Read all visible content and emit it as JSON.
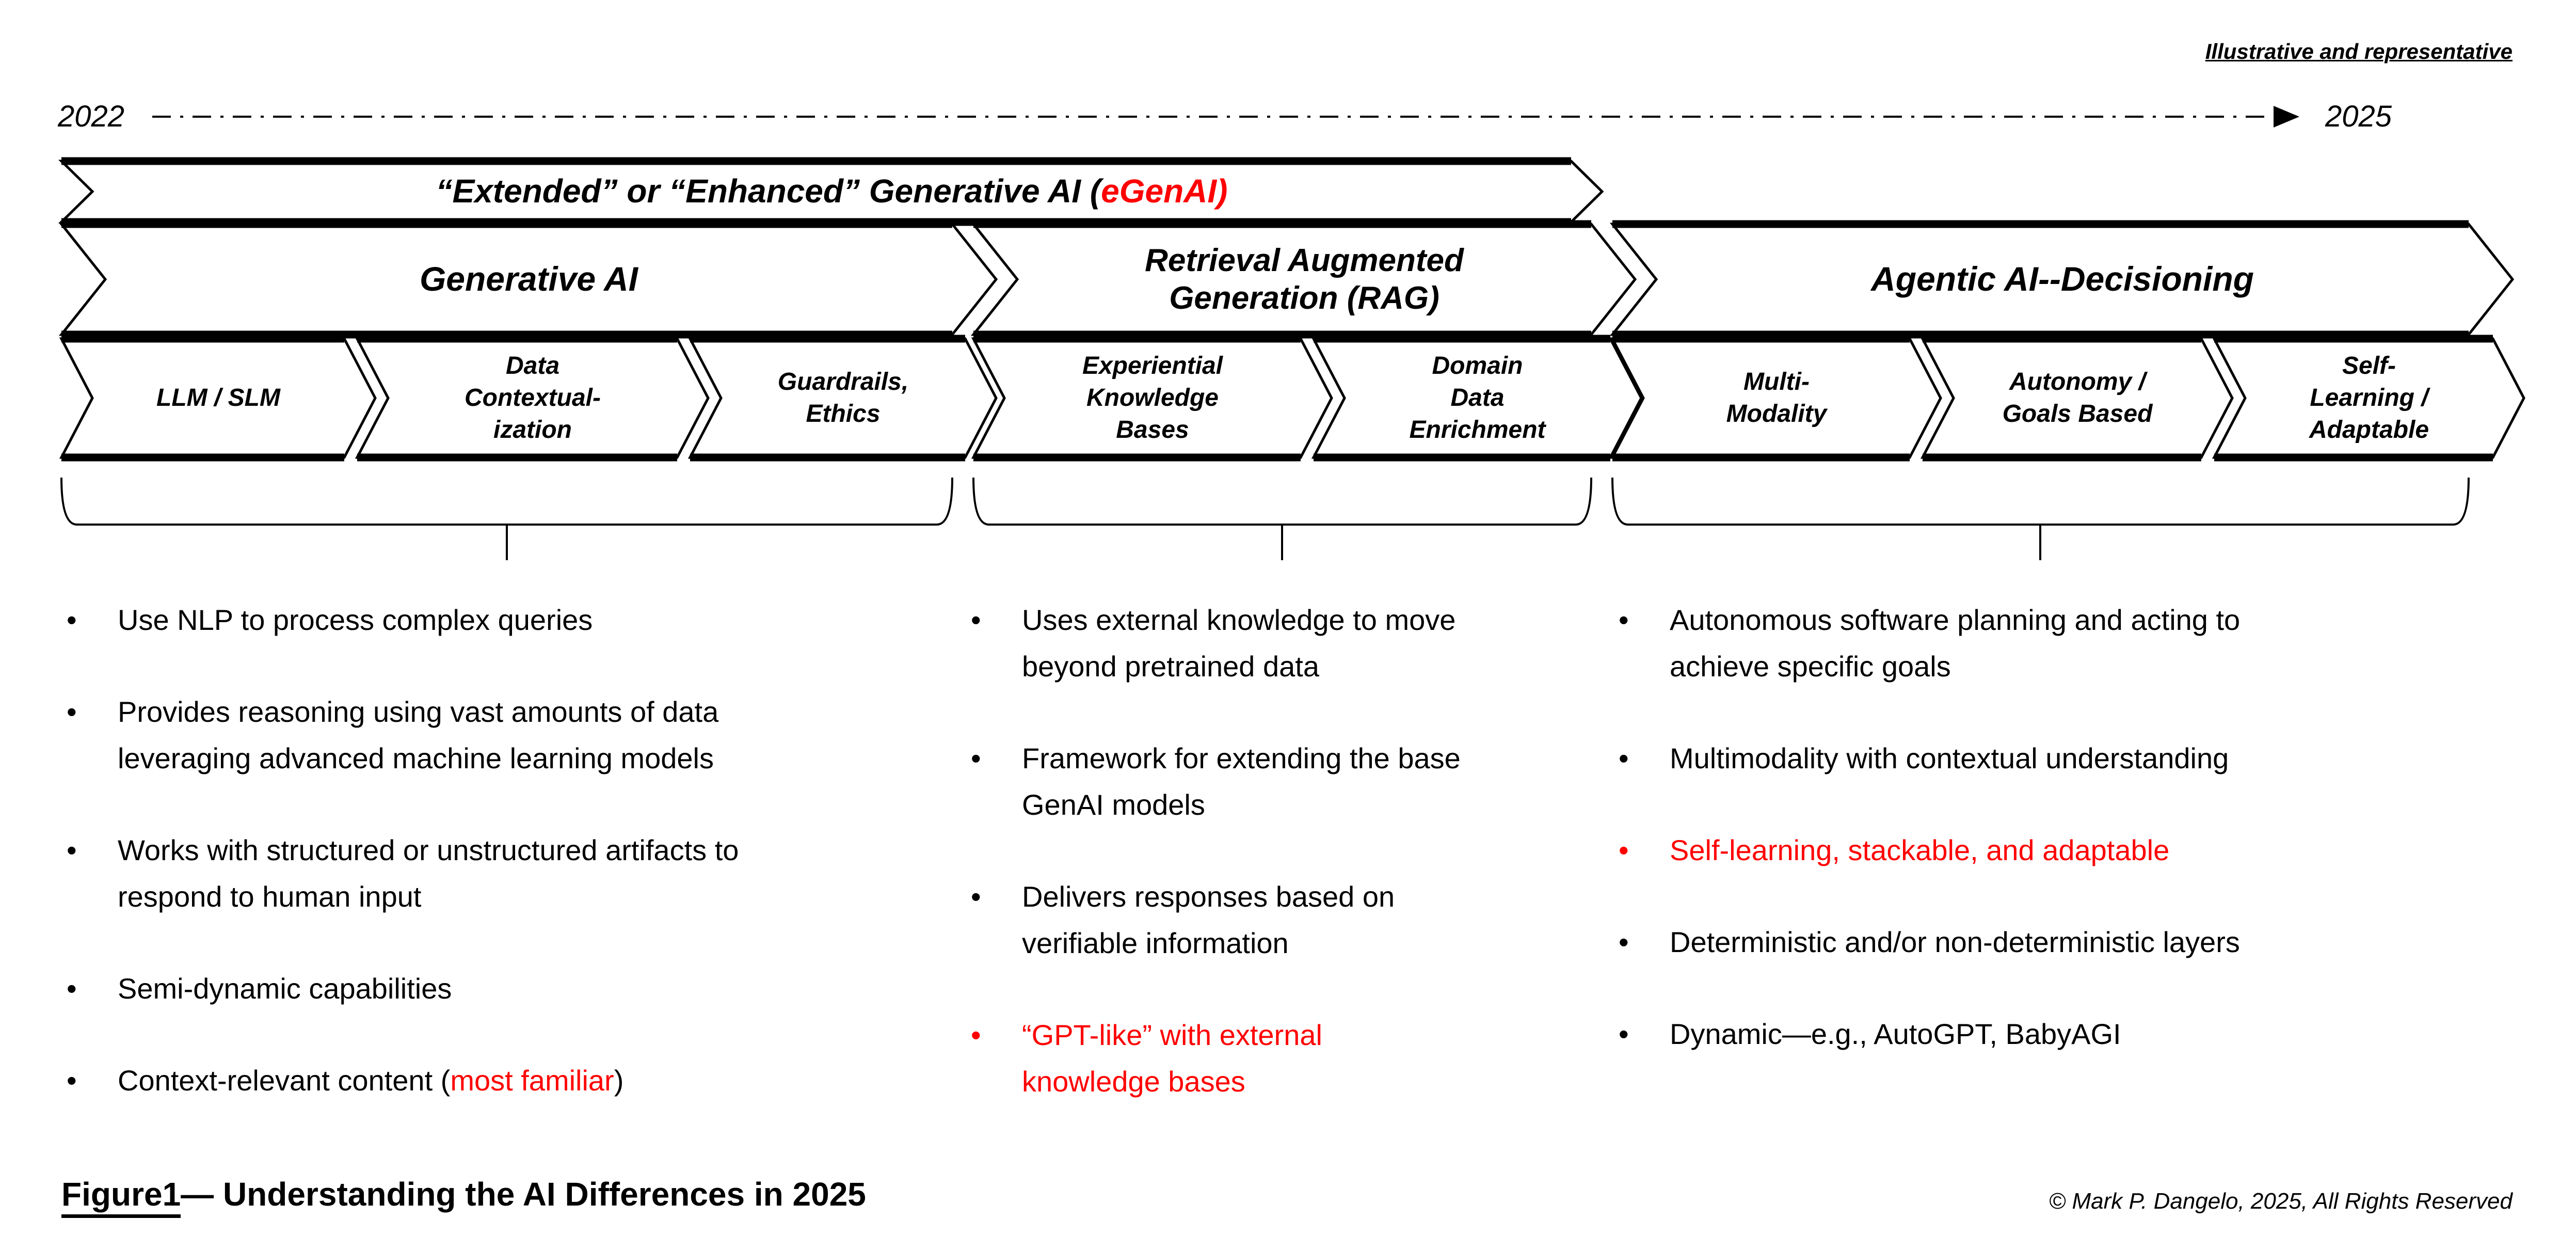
{
  "colors": {
    "accent": "#FF0000",
    "ink": "#000000",
    "background": "#FFFFFF"
  },
  "note": "Illustrative and representative",
  "timeline": {
    "start": "2022",
    "end": "2025"
  },
  "banner": {
    "black": "“Extended” or “Enhanced” Generative AI (",
    "red": "eGenAI)"
  },
  "stages": [
    {
      "label": "Generative AI",
      "subs": [
        "LLM / SLM",
        "Data\nContextual-\nization",
        "Guardrails,\nEthics"
      ]
    },
    {
      "label": "Retrieval Augmented\nGeneration (RAG)",
      "subs": [
        "Experiential\nKnowledge\nBases",
        "Domain\nData\nEnrichment"
      ]
    },
    {
      "label": "Agentic AI--Decisioning",
      "subs": [
        "Multi-\nModality",
        "Autonomy /\nGoals Based",
        "Self-\nLearning /\nAdaptable"
      ]
    }
  ],
  "bullet_glyph": "•",
  "columns": [
    {
      "bullets": [
        {
          "text": "Use NLP to process complex queries"
        },
        {
          "text": "Provides reasoning using vast amounts of data\nleveraging advanced machine learning models"
        },
        {
          "text": "Works with structured or unstructured artifacts to\nrespond to human input"
        },
        {
          "text": "Semi-dynamic capabilities"
        },
        {
          "pre": "Context-relevant content (",
          "red": "most familiar",
          "post": ")"
        }
      ]
    },
    {
      "bullets": [
        {
          "text": "Uses external knowledge to move\nbeyond pretrained data"
        },
        {
          "text": "Framework for extending the base\nGenAI models"
        },
        {
          "text": "Delivers responses based on\nverifiable information"
        },
        {
          "text": "“GPT-like” with external\nknowledge bases"
        }
      ]
    },
    {
      "bullets": [
        {
          "text": "Autonomous software planning and acting to\nachieve specific goals"
        },
        {
          "text": "Multimodality with contextual understanding"
        },
        {
          "text": "Self-learning, stackable, and adaptable"
        },
        {
          "text": "Deterministic and/or non-deterministic layers"
        },
        {
          "text": "Dynamic—e.g., AutoGPT, BabyAGI"
        }
      ]
    }
  ],
  "caption": {
    "figure": "Figure1",
    "rest": "— Understanding the AI Differences in 2025"
  },
  "copyright": "© Mark P. Dangelo, 2025, All Rights Reserved"
}
